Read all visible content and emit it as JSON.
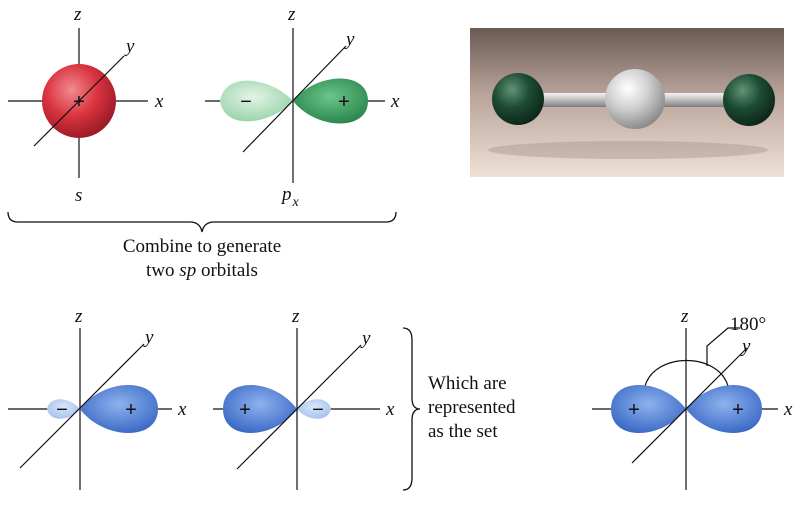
{
  "axis_labels": {
    "x": "x",
    "y": "y",
    "z": "z"
  },
  "signs": {
    "plus": "+",
    "minus": "−"
  },
  "s_orbital": {
    "label": "s"
  },
  "p_orbital": {
    "label_main": "p",
    "label_sub": "x"
  },
  "caption_combine": {
    "line1": "Combine to generate",
    "line2_pre": "two ",
    "line2_italic": "sp",
    "line2_post": " orbitals"
  },
  "caption_set": {
    "line1": "Which are",
    "line2": "represented",
    "line3": "as the set"
  },
  "angle_label": "180°",
  "colors": {
    "s_red": "#d9333f",
    "p_green_light": "#a9dcb4",
    "p_green_dark": "#2f9e58",
    "sp_blue": "#4f7fd6",
    "sp_blue_light": "#a9c5ef",
    "model_green": "#1d4b33",
    "model_gray": "#c8c8c8"
  }
}
